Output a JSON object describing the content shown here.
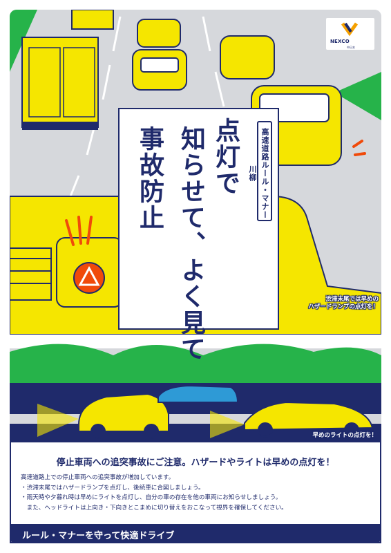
{
  "logo": {
    "text": "NEXCO",
    "sub": "中日本"
  },
  "tag": "高速道路ルール・マナー川柳",
  "slogan": {
    "line1": "点灯で",
    "line2": "知らせて、よく見て",
    "line3": "事故防止"
  },
  "captions": {
    "hazard": [
      "渋滞末尾では早めの",
      "ハザードランプの点灯を！"
    ],
    "light": "早めのライトの点灯を！"
  },
  "headline": "停止車両への追突事故にご注意。ハザードやライトは早めの点灯を！",
  "body": [
    "高速道路上での停止車両への追突事故が増加しています。",
    "・渋滞末尾ではハザードランプを点灯し、後続車に合図しましょう。",
    "・雨天時や夕暮れ時は早めにライトを点灯し、自分の車の存在を他の車両にお知らせしましょう。",
    "　また、ヘッドライトは上向き・下向きとこまめに切り替えをおこなって視界を確保してください。"
  ],
  "footer": "ルール・マナーを守って快適ドライブ",
  "colors": {
    "navy": "#1f2a6b",
    "yellow": "#f5e600",
    "road": "#d6d8dc",
    "hazard": "#f04a0a",
    "green": "#26b34a",
    "sky": "#2e9ad6"
  }
}
